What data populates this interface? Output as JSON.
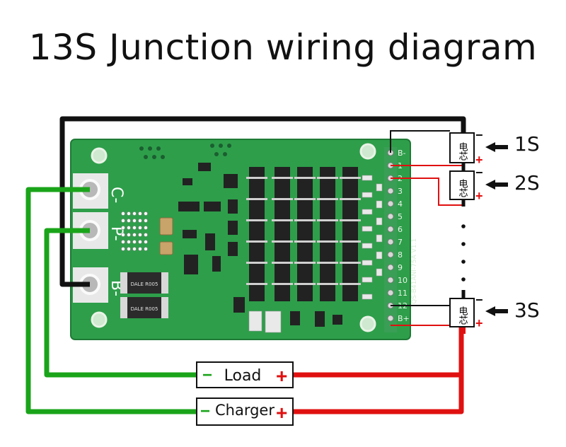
{
  "title": "13S Junction wiring diagram",
  "board": {
    "pad_labels": [
      "C-",
      "P-",
      "B-"
    ],
    "header_labels": [
      "B-",
      "1",
      "2",
      "3",
      "4",
      "5",
      "6",
      "7",
      "8",
      "9",
      "10",
      "11",
      "12",
      "B+"
    ],
    "resistor_text_1": "DALE R005",
    "resistor_text_2": "DALE R005",
    "model_text": "QS-B41ANI-75A V1.1"
  },
  "cells": [
    {
      "glyph": "电芯",
      "label": "1S",
      "neg": "−",
      "pos": "+"
    },
    {
      "glyph": "电芯",
      "label": "2S",
      "neg": "−",
      "pos": "+"
    },
    {
      "glyph": "电芯",
      "label": "3S",
      "neg": "−",
      "pos": "+"
    }
  ],
  "boxes": {
    "load": {
      "label": "Load",
      "neg": "−",
      "pos": "+"
    },
    "charger": {
      "label": "Charger",
      "neg": "−",
      "pos": "+"
    }
  },
  "colors": {
    "board": "#2e9e4a",
    "wire_black": "#111111",
    "wire_red": "#e01010",
    "wire_green": "#1aa41a"
  }
}
